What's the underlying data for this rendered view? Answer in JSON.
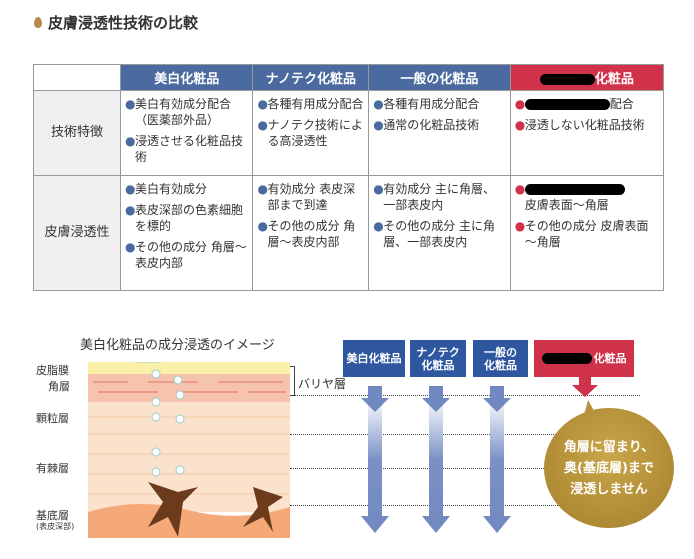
{
  "title": "皮膚浸透性技術の比較",
  "table": {
    "headers": [
      "美白化粧品",
      "ナノテク化粧品",
      "一般の化粧品",
      "化粧品"
    ],
    "row_labels": [
      "技術特徴",
      "皮膚浸透性"
    ],
    "tech": [
      [
        "美白有効成分配合（医薬部外品）",
        "浸透させる化粧品技術"
      ],
      [
        "各種有用成分配合",
        "ナノテク技術による高浸透性"
      ],
      [
        "各種有用成分配合",
        "通常の化粧品技術"
      ],
      [
        "配合",
        "浸透しない化粧品技術"
      ]
    ],
    "perm": [
      [
        "美白有効成分",
        "表皮深部の色素細胞を標的",
        "その他の成分 角層～表皮内部"
      ],
      [
        "有効成分 表皮深部まで到達",
        "その他の成分 角層～表皮内部"
      ],
      [
        "有効成分 主に角層、一部表皮内",
        "その他の成分 主に角層、一部表皮内"
      ],
      [
        "皮膚表面～角層",
        "その他の成分 皮膚表面～角層"
      ]
    ]
  },
  "diagram": {
    "title": "美白化粧品の成分浸透のイメージ",
    "layers": [
      "皮脂膜",
      "角層",
      "顆粒層",
      "有棘層",
      "基底層",
      "(表皮深部)"
    ],
    "barrier": "バリヤ層",
    "boxes": [
      "美白化粧品",
      "ナノテク化粧品",
      "一般の化粧品",
      "化粧品"
    ],
    "bubble": "角層に留まり、奥(基底層)まで浸透しません"
  }
}
